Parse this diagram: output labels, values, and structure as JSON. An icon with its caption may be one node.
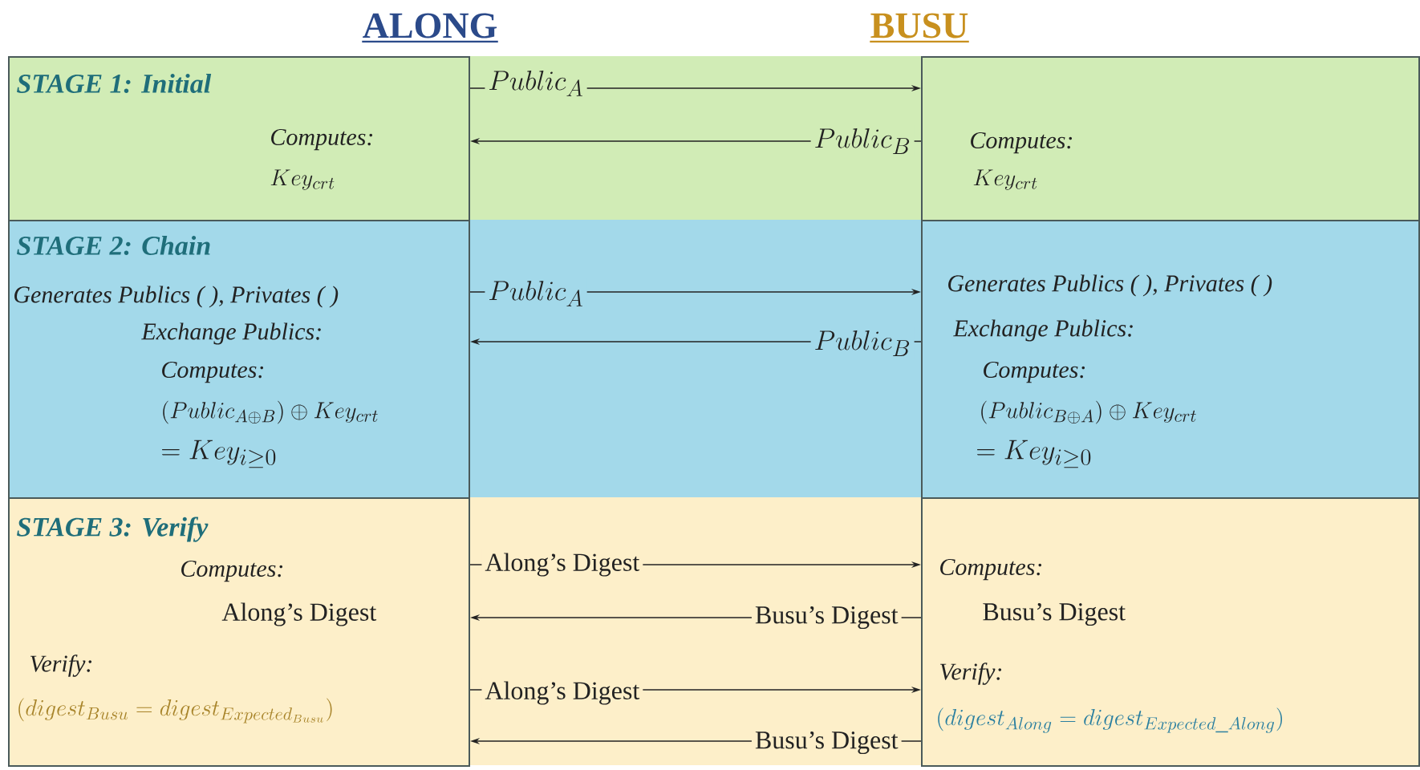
{
  "diagram": {
    "nodes": [
      {
        "text": [
          "STAGE 1: Initial",
          "Computes:",
          "Key_{crt}"
        ]
      },
      {
        "text": [
          "Computes:",
          "Key_{crt}"
        ]
      },
      {
        "text": [
          "STAGE 2: Chain",
          "Generates Publics ( ), Privates ( )",
          "Exchange Publics:",
          "Computes:",
          "(Public_{A\\oplus B}) \\oplus Key_{crt}",
          "= Key_{i\\geq 0}"
        ]
      },
      {
        "text": [
          "Generates Publics ( ), Privates ( )",
          "Exchange Publics:",
          "Computes:",
          "(Public_{B\\oplus A}) \\oplus Key_{crt}",
          "= Key_{i\\geq 0}"
        ]
      },
      {
        "text": [
          "STAGE 3: Verify",
          "Computes:",
          "Along’s Digest",
          "Verify:",
          "(digest_{Busu} = digest_{Expected_{Busu}})"
        ]
      },
      {
        "text": [
          "Computes:",
          "Busu’s Digest",
          "Verify:",
          "(digest_{Along} = digest_{Expected\\_Along})"
        ]
      }
    ],
    "edges": [
      {
        "from": 0,
        "to": 1,
        "arrow": "to",
        "label": "Public_{A}"
      },
      {
        "from": 1,
        "to": 0,
        "arrow": "to",
        "label": "Public_{B}"
      },
      {
        "from": 2,
        "to": 3,
        "arrow": "to",
        "label": "Public_{A}"
      },
      {
        "from": 3,
        "to": 2,
        "arrow": "to",
        "label": "Public_{B}"
      },
      {
        "from": 4,
        "to": 5,
        "arrow": "to",
        "label": "Along’s Digest"
      },
      {
        "from": 5,
        "to": 4,
        "arrow": "to",
        "label": "Busu’s Digest"
      },
      {
        "from": 4,
        "to": 5,
        "arrow": "to",
        "label": "Along’s Digest"
      },
      {
        "from": 5,
        "to": 4,
        "arrow": "to",
        "label": "Busu’s Digest"
      }
    ],
    "labels": [
      "ALONG",
      "BUSU"
    ]
  }
}
